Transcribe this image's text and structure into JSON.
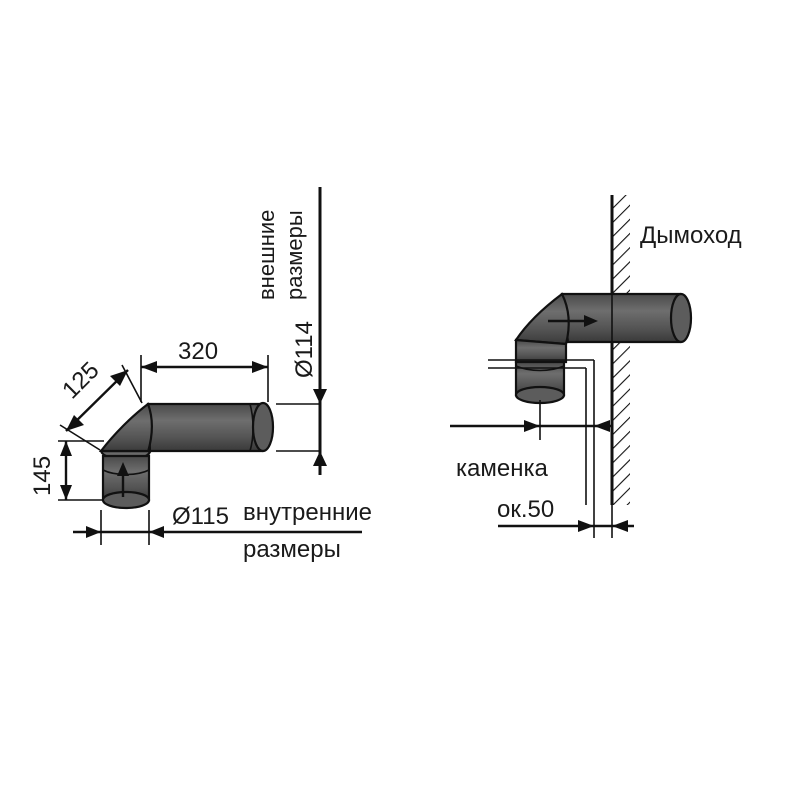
{
  "left_drawing": {
    "dim_length": "320",
    "dim_diagonal": "125",
    "dim_height": "145",
    "outer_diameter": "Ø114",
    "outer_label_line1": "внешние",
    "outer_label_line2": "размеры",
    "inner_diameter": "Ø115",
    "inner_label_line1": "внутренние",
    "inner_label_line2": "размеры"
  },
  "right_drawing": {
    "chimney_label": "Дымоход",
    "stove_label": "каменка",
    "gap_label": "ок.50"
  },
  "colors": {
    "pipe_dark": "#3a3a3a",
    "pipe_light": "#7a7a7a",
    "line": "#111111"
  }
}
